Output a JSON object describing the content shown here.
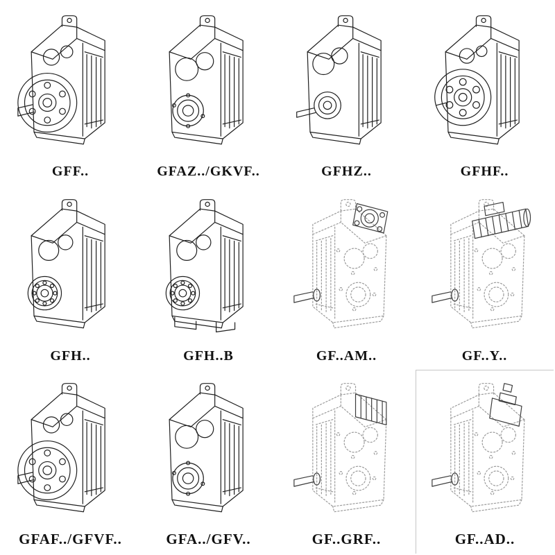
{
  "page": {
    "background": "#ffffff",
    "line_color": "#1f1f1f",
    "hidden_line_color": "#9b9b9b",
    "accent_line_color": "#3c3c3c"
  },
  "catalog": {
    "items": [
      {
        "label": "GFF..",
        "variant": "flange-shaft",
        "style": "solid"
      },
      {
        "label": "GFAZ../GKVF..",
        "variant": "hollow-front",
        "style": "solid"
      },
      {
        "label": "GFHZ..",
        "variant": "hollow-angled",
        "style": "solid"
      },
      {
        "label": "GFHF..",
        "variant": "flange-right",
        "style": "solid"
      },
      {
        "label": "GFH..",
        "variant": "shrink-disc",
        "style": "solid"
      },
      {
        "label": "GFH..B",
        "variant": "shrink-disc-foot",
        "style": "solid"
      },
      {
        "label": "GF..AM..",
        "variant": "iec-adapter",
        "style": "hidden"
      },
      {
        "label": "GF..Y..",
        "variant": "motor-mounted",
        "style": "hidden"
      },
      {
        "label": "GFAF../GFVF..",
        "variant": "flange-shaft",
        "style": "solid"
      },
      {
        "label": "GFA../GFV..",
        "variant": "hollow-front",
        "style": "solid"
      },
      {
        "label": "GF..GRF..",
        "variant": "cover-adapter",
        "style": "hidden"
      },
      {
        "label": "GF..AD..",
        "variant": "input-shaft-adapter",
        "style": "hidden"
      }
    ]
  }
}
